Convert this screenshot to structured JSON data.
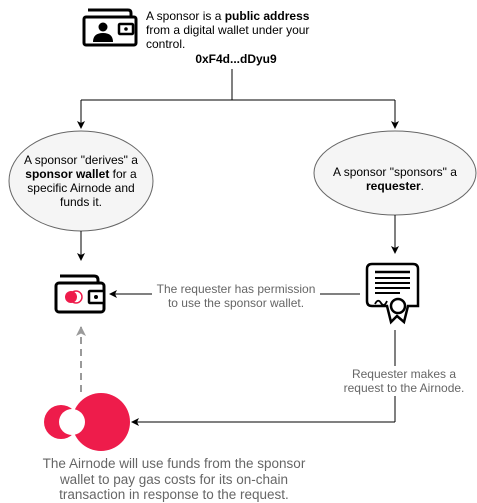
{
  "sponsor": {
    "text_before": "A sponsor is a ",
    "text_bold": "public address",
    "text_line2": "from a digital wallet under your",
    "text_line3": "control.",
    "address": "0xF4d...dDyu9"
  },
  "left_circle": {
    "line1": "A sponsor \"derives\" a",
    "bold": "sponsor wallet",
    "line2_rest": " for a",
    "line3": "specific Airnode and",
    "line4": "funds it."
  },
  "right_circle": {
    "line1": "A sponsor \"sponsors\" a",
    "bold": "requester",
    "period": "."
  },
  "permission_label": {
    "line1": "The requester has permission",
    "line2": "to use the sponsor wallet."
  },
  "request_label": {
    "line1": "Requester makes a",
    "line2": "request to the Airnode."
  },
  "airnode_caption": {
    "line1": "The Airnode will use funds from the sponsor",
    "line2": "wallet to pay gas costs for its on-chain",
    "line3": "transaction in response to the request."
  },
  "colors": {
    "circle_fill": "#f5f5f5",
    "circle_stroke": "#666666",
    "airnode_red": "#ee1c4b",
    "dashed_arrow": "#9a9a9a"
  },
  "icons": [
    "id-card-icon",
    "wallet-icon",
    "certificate-icon",
    "airnode-logo"
  ]
}
